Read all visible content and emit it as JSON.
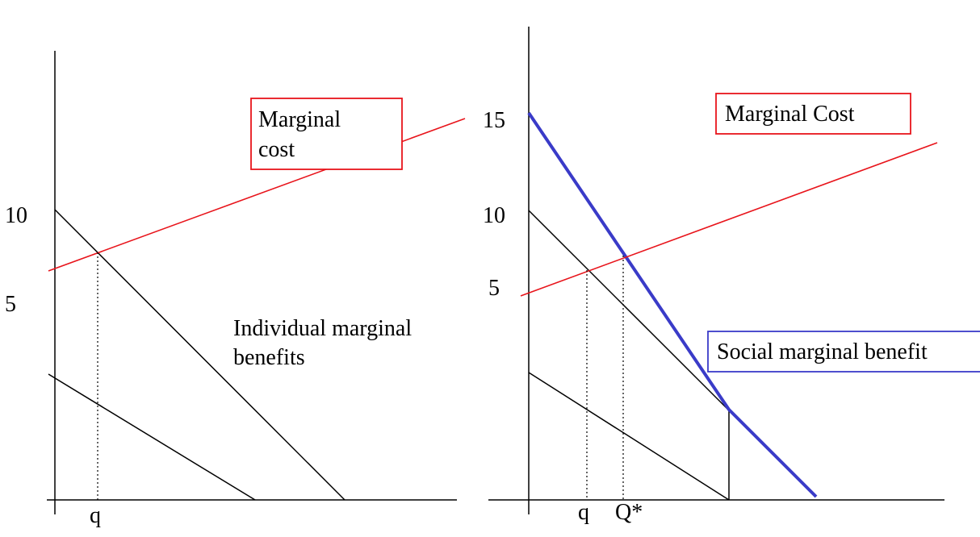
{
  "left_panel": {
    "y_tick_10": "10",
    "y_tick_5": "5",
    "x_label_q": "q",
    "marginal_cost_label_line1": "Marginal",
    "marginal_cost_label_line2": "cost",
    "benefits_label_line1": "Individual marginal",
    "benefits_label_line2": "benefits"
  },
  "right_panel": {
    "y_tick_15": "15",
    "y_tick_10": "10",
    "y_tick_5": "5",
    "x_label_q": "q",
    "x_label_qstar": "Q*",
    "marginal_cost_label": "Marginal Cost",
    "social_benefit_label": "Social marginal benefit"
  },
  "colors": {
    "marginal_cost": "#e8141b",
    "social_benefit": "#3a3bc8",
    "individual_benefit": "#000000"
  }
}
